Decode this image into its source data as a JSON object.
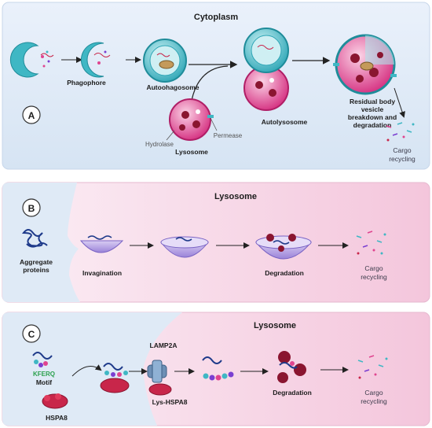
{
  "panel_a": {
    "letter": "A",
    "title": "Cytoplasm",
    "phagophore": "Phagophore",
    "autophagosome": "Autoohagosome",
    "lysosome": "Lysosome",
    "hydrolase": "Hydrolase",
    "permease": "Permease",
    "autolysosome": "Autolysosome",
    "residual_1": "Residual body",
    "residual_2": "vesicle",
    "residual_3": "breakdown and",
    "residual_4": "degradation",
    "cargo_1": "Cargo",
    "cargo_2": "recycling"
  },
  "panel_b": {
    "letter": "B",
    "title": "Lysosome",
    "aggregate_1": "Aggregate",
    "aggregate_2": "proteins",
    "invagination": "Invagination",
    "degradation": "Degradation",
    "cargo_1": "Cargo",
    "cargo_2": "recycling"
  },
  "panel_c": {
    "letter": "C",
    "title": "Lysosome",
    "kferq": "KFERQ",
    "motif": "Motif",
    "hspa8": "HSPA8",
    "lamp2a": "LAMP2A",
    "lys_hspa8": "Lys-HSPA8",
    "degradation": "Degradation",
    "cargo_1": "Cargo",
    "cargo_2": "recycling"
  },
  "colors": {
    "cytoplasm_bg": "#dfeaf6",
    "lysosome_bg": "#f6cfe2",
    "membrane_teal": "#3fb7c4",
    "lysosome_pink": "#e0448f",
    "vesicle_purple": "#b9a6e6",
    "hspa8_red": "#c8264a"
  }
}
